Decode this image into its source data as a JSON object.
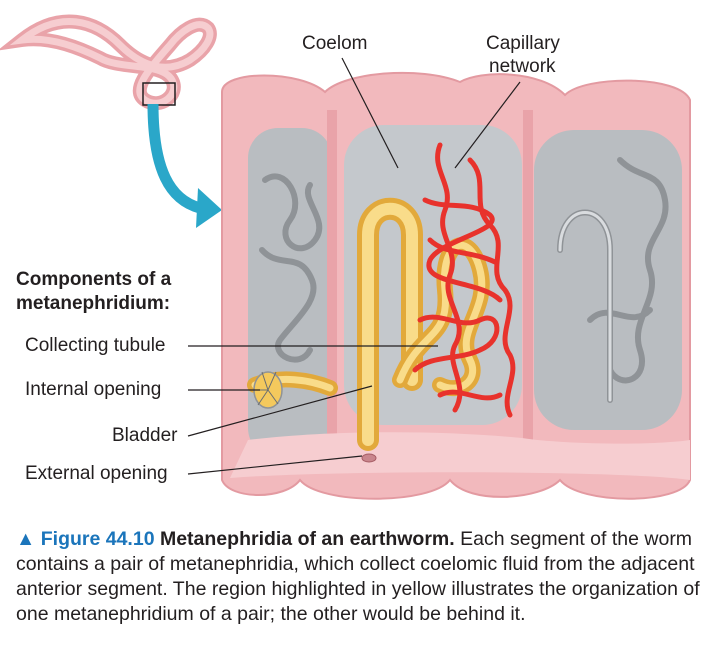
{
  "labels": {
    "coelom": "Coelom",
    "capillary_line1": "Capillary",
    "capillary_line2": "network",
    "components_line1": "Components of a",
    "components_line2": "metanephridium:",
    "collecting_tubule": "Collecting tubule",
    "internal_opening": "Internal opening",
    "bladder": "Bladder",
    "external_opening": "External opening"
  },
  "caption": {
    "marker": "▲",
    "figure_number": "Figure 44.10",
    "title": "Metanephridia of an earthworm.",
    "body": "Each segment of the worm contains a pair of metanephridia, which collect coelomic fluid from the adjacent anterior segment. The region highlighted in yellow illustrates the organization of one metanephridium of a pair; the other would be behind it."
  },
  "colors": {
    "worm_pink": "#f2b9bd",
    "coelom_gray": "#c4c8cc",
    "tubule_yellow": "#f4c95d",
    "capillary_red": "#e8322c",
    "arrow_teal": "#2aa7c9",
    "figure_blue": "#1b75bb"
  }
}
